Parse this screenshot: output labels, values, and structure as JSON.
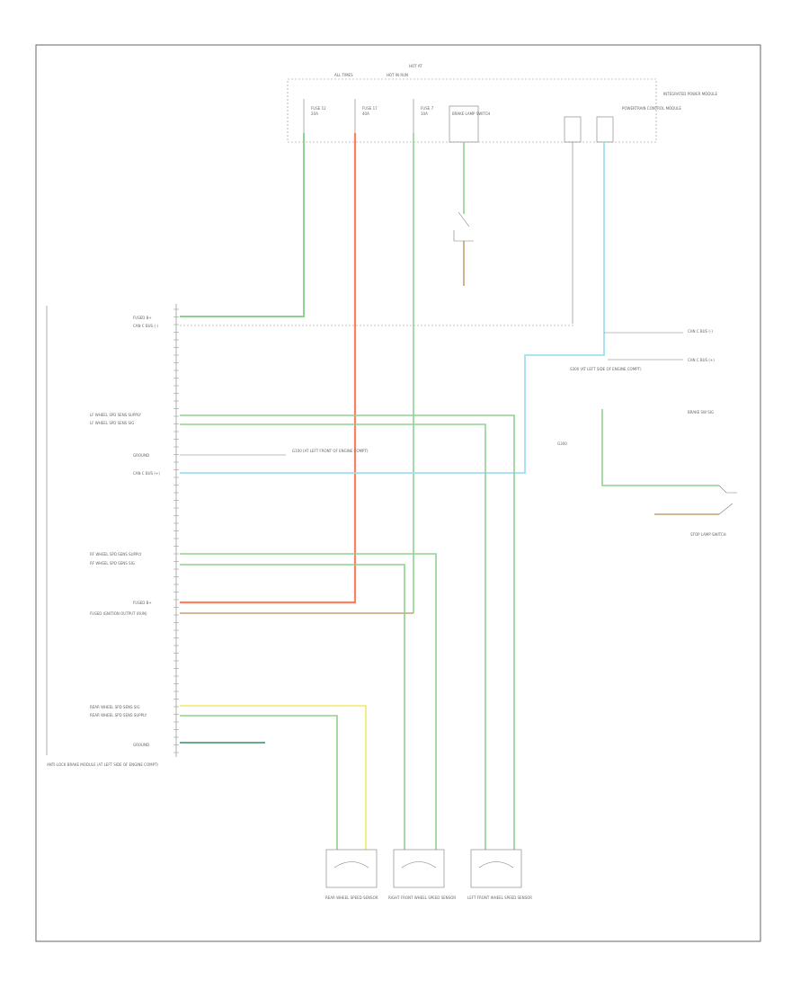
{
  "diagram": {
    "title": "",
    "page_id": "",
    "pdc": {
      "header_1": "HOT AT",
      "header_2": "ALL TIMES",
      "header_3": "HOT IN RUN",
      "fuses": [
        {
          "name": "FUSE 12",
          "amps": "20A"
        },
        {
          "name": "FUSE 17",
          "amps": "40A"
        },
        {
          "name": "FUSE 7",
          "amps": "10A"
        }
      ],
      "brake_label": "BRAKE LAMP SWITCH",
      "pcm_label": "POWERTRAIN CONTROL MODULE",
      "pdc_label": "INTEGRATED POWER MODULE"
    },
    "abs_module": {
      "left_labels": [
        "FUSED B+",
        "CAN C BUS (-)",
        "LF WHEEL SPD SENS SUPPLY",
        "LF WHEEL SPD SENS SIG",
        "GROUND",
        "CAN C BUS (+)",
        "RF WHEEL SPD SENS SUPPLY",
        "RF WHEEL SPD SENS SIG",
        "FUSED B+",
        "FUSED IGNITION OUTPUT (RUN)",
        "REAR WHEEL SPD SENS SIG",
        "REAR WHEEL SPD SENS SUPPLY",
        "GROUND"
      ],
      "bottom_label": "ANTI-LOCK BRAKE MODULE (AT LEFT SIDE OF ENGINE COMPT)"
    },
    "right_side": {
      "can_bus_minus": "CAN C BUS (-)",
      "can_bus_plus": "CAN C BUS (+)",
      "brake_sw": "BRAKE SW SIG",
      "splice": "G300",
      "stop_lamp": "STOP LAMP SWITCH",
      "splice_note": "S300 (AT LEFT SIDE OF ENGINE COMPT)",
      "ground_note": "G100 (AT LEFT FRONT OF ENGINE COMPT)"
    },
    "sensors": [
      {
        "name": "REAR WHEEL SPEED SENSOR"
      },
      {
        "name": "RIGHT FRONT WHEEL SPEED SENSOR"
      },
      {
        "name": "LEFT FRONT WHEEL SPEED SENSOR"
      }
    ],
    "colors": {
      "green": "#8fd18f",
      "red": "#ff8060",
      "cyan": "#9fe0ee",
      "yellow": "#f2e86a",
      "brown": "#c8a070",
      "black": "#666666"
    }
  }
}
